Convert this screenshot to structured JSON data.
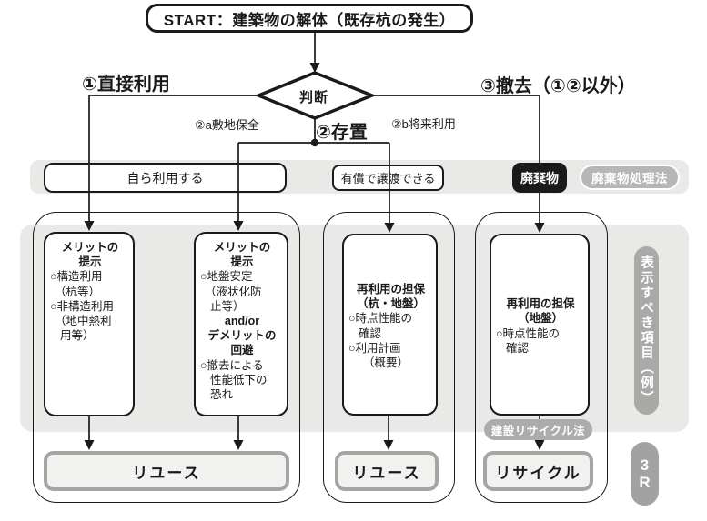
{
  "flowchart": {
    "start": "START：建築物の解体（既存杭の発生）",
    "decision": "判断",
    "branches": {
      "direct_use": "①直接利用",
      "preserve": "②存置",
      "preserve_site": "②a敷地保全",
      "preserve_future": "②b将来利用",
      "removal": "③撤去（①②以外）"
    },
    "band": {
      "self_use": "自ら利用する",
      "paid_transfer": "有償で譲渡できる",
      "waste": "廃棄物",
      "waste_law": "廃棄物処理法"
    },
    "boxes": {
      "merit_direct": [
        "メリットの",
        "提示",
        "○構造利用",
        "（杭等）",
        "○非構造利用",
        "（地中熱利",
        "用等）"
      ],
      "merit_preserve": [
        "メリットの",
        "提示",
        "○地盤安定",
        "（液状化防",
        "止等）",
        "and/or",
        "デメリットの",
        "回避",
        "○撤去による",
        "性能低下の",
        "恐れ"
      ],
      "guarantee_pile_ground": [
        "再利用の担保",
        "（杭・地盤）",
        "○時点性能の",
        "確認",
        "○利用計画",
        "（概要）"
      ],
      "guarantee_ground": [
        "再利用の担保",
        "（地盤）",
        "○時点性能の",
        "確認"
      ]
    },
    "results": {
      "reuse_left": "リユース",
      "reuse_mid": "リユース",
      "recycle": "リサイクル"
    },
    "badges": {
      "construction_recycle_law": "建設リサイクル法",
      "display_items": "表示すべき項目（例）",
      "three_r": [
        "3",
        "R"
      ]
    },
    "colors": {
      "outline": "#1a1a1a",
      "gray_area": "#e9e9e7",
      "badge_gray": "#aaaaa8",
      "result_fill": "#f1f1ef",
      "result_border": "#a5a5a3"
    }
  }
}
